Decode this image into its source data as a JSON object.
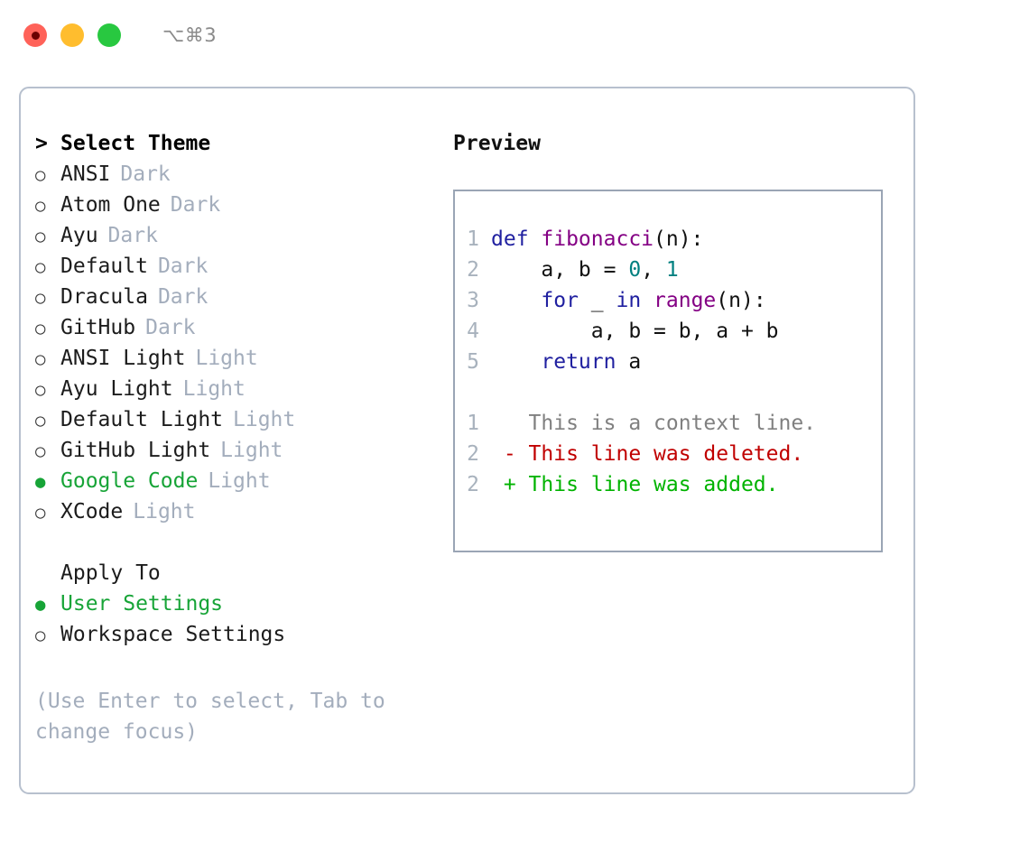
{
  "titlebar": {
    "lights": [
      {
        "name": "close",
        "color": "#ff6259",
        "recording": true
      },
      {
        "name": "minimize",
        "color": "#ffbd2e",
        "recording": false
      },
      {
        "name": "maximize",
        "color": "#28c840",
        "recording": false
      }
    ],
    "shortcut": "⌥⌘3"
  },
  "colors": {
    "accent_green": "#17a437",
    "muted": "#a3adbc",
    "border": "#b7c0ce",
    "panel_border": "#9aa5b5",
    "keyword": "#2020a0",
    "function": "#840084",
    "number": "#008080",
    "diff_add": "#00b300",
    "diff_del": "#c00000",
    "diff_ctx": "#808080",
    "lineno": "#a8b2bd"
  },
  "theme_list": {
    "heading": {
      "marker": ">",
      "label": "Select Theme"
    },
    "items": [
      {
        "marker": "○",
        "label": "ANSI",
        "suffix": "Dark",
        "selected": false
      },
      {
        "marker": "○",
        "label": "Atom One",
        "suffix": "Dark",
        "selected": false
      },
      {
        "marker": "○",
        "label": "Ayu",
        "suffix": "Dark",
        "selected": false
      },
      {
        "marker": "○",
        "label": "Default",
        "suffix": "Dark",
        "selected": false
      },
      {
        "marker": "○",
        "label": "Dracula",
        "suffix": "Dark",
        "selected": false
      },
      {
        "marker": "○",
        "label": "GitHub",
        "suffix": "Dark",
        "selected": false
      },
      {
        "marker": "○",
        "label": "ANSI Light",
        "suffix": "Light",
        "selected": false
      },
      {
        "marker": "○",
        "label": "Ayu Light",
        "suffix": "Light",
        "selected": false
      },
      {
        "marker": "○",
        "label": "Default Light",
        "suffix": "Light",
        "selected": false
      },
      {
        "marker": "○",
        "label": "GitHub Light",
        "suffix": "Light",
        "selected": false
      },
      {
        "marker": "●",
        "label": "Google Code",
        "suffix": "Light",
        "selected": true
      },
      {
        "marker": "○",
        "label": "XCode",
        "suffix": "Light",
        "selected": false
      }
    ]
  },
  "apply_to": {
    "heading": "Apply To",
    "items": [
      {
        "marker": "●",
        "label": "User Settings",
        "selected": true
      },
      {
        "marker": "○",
        "label": "Workspace Settings",
        "selected": false
      }
    ]
  },
  "help_text": "(Use Enter to select, Tab to change focus)",
  "preview": {
    "title": "Preview",
    "code_lines": [
      {
        "no": "1",
        "tokens": [
          {
            "t": "def ",
            "k": "kw"
          },
          {
            "t": "fibonacci",
            "k": "fn"
          },
          {
            "t": "(n):",
            "k": "pl"
          }
        ]
      },
      {
        "no": "2",
        "tokens": [
          {
            "t": "    a, b = ",
            "k": "pl"
          },
          {
            "t": "0",
            "k": "num"
          },
          {
            "t": ", ",
            "k": "pl"
          },
          {
            "t": "1",
            "k": "num"
          }
        ]
      },
      {
        "no": "3",
        "tokens": [
          {
            "t": "    ",
            "k": "pl"
          },
          {
            "t": "for",
            "k": "kw"
          },
          {
            "t": " _ ",
            "k": "pl"
          },
          {
            "t": "in",
            "k": "kw"
          },
          {
            "t": " ",
            "k": "pl"
          },
          {
            "t": "range",
            "k": "fn"
          },
          {
            "t": "(n):",
            "k": "pl"
          }
        ]
      },
      {
        "no": "4",
        "tokens": [
          {
            "t": "        a, b = b, a + b",
            "k": "pl"
          }
        ]
      },
      {
        "no": "5",
        "tokens": [
          {
            "t": "    ",
            "k": "pl"
          },
          {
            "t": "return",
            "k": "kw"
          },
          {
            "t": " a",
            "k": "pl"
          }
        ]
      }
    ],
    "diff_lines": [
      {
        "no": "1",
        "text": "   This is a context line.",
        "kind": "ctx"
      },
      {
        "no": "2",
        "text": " - This line was deleted.",
        "kind": "del"
      },
      {
        "no": "2",
        "text": " + This line was added.",
        "kind": "add"
      }
    ]
  }
}
